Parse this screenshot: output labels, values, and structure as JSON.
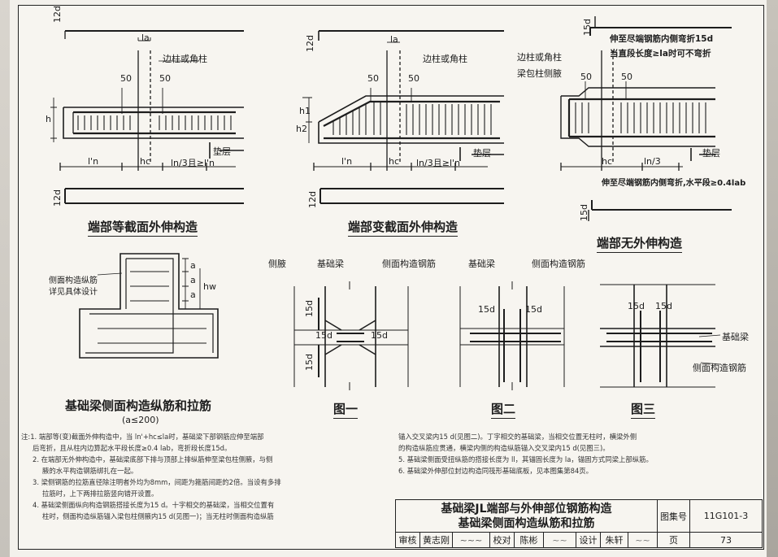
{
  "views": {
    "v1": {
      "title": "端部等截面外伸构造",
      "labels": {
        "side": "边柱或角柱",
        "cushion": "垫层",
        "ln": "l'n",
        "hc": "hc",
        "rule": "ln/3且≥l'n",
        "la": "la",
        "h": "h",
        "d12": "12d",
        "d12b": "12d",
        "s1": "50",
        "s2": "50"
      }
    },
    "v2": {
      "title": "端部变截面外伸构造",
      "labels": {
        "side": "边柱或角柱",
        "cushion": "垫层",
        "ln": "l'n",
        "hc": "hc",
        "rule": "ln/3且≥l'n",
        "la": "la",
        "h1": "h1",
        "h2": "h2",
        "d12": "12d",
        "d12b": "12d",
        "s1": "50",
        "s2": "50"
      }
    },
    "v3": {
      "title": "端部无外伸构造",
      "labels": {
        "note_top1": "伸至尽端钢筋内侧弯折15d",
        "note_top2": "当直段长度≥la时可不弯折",
        "side": "边柱或角柱",
        "haunch": "梁包柱侧腋",
        "cushion": "垫层",
        "hc": "hc",
        "rule": "ln/3",
        "note_bottom": "伸至尽端钢筋内侧弯折,水平段≥0.4lab",
        "d15": "15d",
        "d15b": "15d",
        "s1": "50",
        "s2": "50"
      }
    },
    "section": {
      "title": "基础梁侧面构造纵筋和拉筋",
      "subtitle": "(a≤200)",
      "note1": "侧面构造纵筋",
      "note2": "详见具体设计",
      "a": "a",
      "hw": "hw"
    },
    "fig1": {
      "title": "图一",
      "labels": {
        "haunch": "侧腋",
        "beam": "基础梁",
        "side_bar": "侧面构造钢筋",
        "d15a": "15d",
        "d15b": "15d",
        "d15c": "15d",
        "d15d": "15d"
      }
    },
    "fig2": {
      "title": "图二",
      "labels": {
        "beam": "基础梁",
        "side_bar": "侧面构造钢筋",
        "d15a": "15d",
        "d15b": "15d"
      }
    },
    "fig3": {
      "title": "图三",
      "labels": {
        "beam": "基础梁",
        "side_bar": "侧面构造钢筋",
        "d15a": "15d",
        "d15b": "15d"
      }
    }
  },
  "notes": {
    "left": [
      "注:1. 端部等(变)截面外伸构造中，当 ln'+hc≤la时，基础梁下部钢筋应伸至端部",
      "后弯折，且从柱内边算起水平段长度≥0.4 lab，弯折段长度15d。",
      "2. 在端部无外伸构造中，基础梁底部下排与顶部上排纵筋伸至梁包柱侧腋，与侧",
      "腋的水平构造钢筋绑扎在一起。",
      "3. 梁侧钢筋的拉筋直径除注明者外均为8mm，间距为箍筋间距的2倍。当设有多排",
      "拉筋时，上下两排拉筋竖向错开设置。",
      "4. 基础梁侧面纵向构造钢筋搭接长度为15 d。十字相交的基础梁，当相交位置有",
      "柱时，侧面构造纵筋锚入梁包柱侧腋内15 d(见图一)；当无柱时侧面构造纵筋"
    ],
    "right": [
      "锚入交叉梁内15 d(见图二)。丁字相交的基础梁，当相交位置无柱时，横梁外侧",
      "的构造纵筋应贯通，横梁内侧的构造纵筋锚入交叉梁内15 d(见图三)。",
      "5. 基础梁侧面受扭纵筋的搭接长度为 ll，其锚固长度为 la，锚固方式同梁上部纵筋。",
      "6. 基础梁外伸部位封边构造同筏形基础底板，见本图集第84页。"
    ]
  },
  "title_block": {
    "title_line1": "基础梁JL端部与外伸部位钢筋构造",
    "title_line2": "基础梁侧面构造纵筋和拉筋",
    "atlas_label": "图集号",
    "atlas_no": "11G101-3",
    "review_label": "审核",
    "reviewer": "黄志刚",
    "check_label": "校对",
    "checker": "陈彬",
    "design_label": "设计",
    "designer": "朱轩",
    "page_label": "页",
    "page_no": "73"
  },
  "colors": {
    "ink": "#1d1d1d",
    "paper": "#f7f5f0"
  }
}
